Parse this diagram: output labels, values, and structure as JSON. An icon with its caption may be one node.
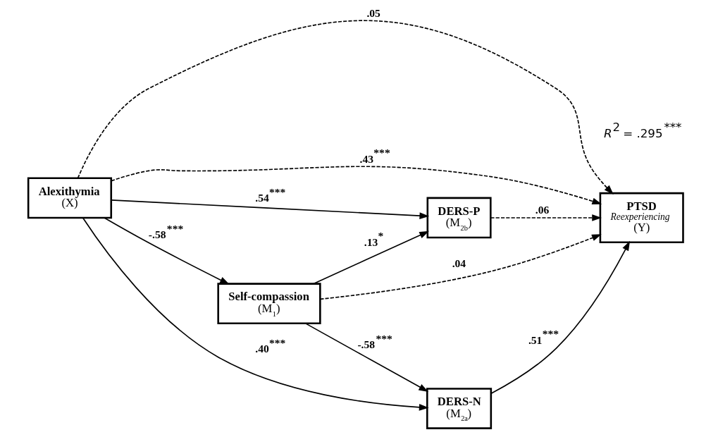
{
  "diagram": {
    "nodes": [
      {
        "text": [
          "Alexithymia",
          "(X)"
        ]
      },
      {
        "text": [
          "Self-compassion",
          "(M$_{1}$)"
        ]
      },
      {
        "text": [
          "DERS-N",
          "(M$_{2a}$)"
        ]
      },
      {
        "text": [
          "DERS-P",
          "(M$_{2b}$)"
        ]
      },
      {
        "text": [
          "PTSD",
          "Reexperiencing",
          "(Y)"
        ]
      }
    ],
    "edges": [
      {
        "from": 0,
        "to": 2,
        "arrow": "to",
        "label": ".40$^{***}$"
      },
      {
        "from": 0,
        "to": 1,
        "arrow": "to",
        "label": "-.58$^{***}$"
      },
      {
        "from": 1,
        "to": 2,
        "arrow": "to",
        "label": "-.58$^{***}$"
      },
      {
        "from": 1,
        "to": 4,
        "arrow": "to",
        "label": ".04",
        "style": "dashed"
      },
      {
        "from": 1,
        "to": 3,
        "arrow": "to",
        "label": ".13$^{*}$"
      },
      {
        "from": 0,
        "to": 3,
        "arrow": "to",
        "label": ".54$^{***}$"
      },
      {
        "from": 2,
        "to": 4,
        "arrow": "to",
        "label": ".51$^{***}$"
      },
      {
        "from": 3,
        "to": 4,
        "arrow": "to",
        "label": ".06",
        "style": "dashed"
      },
      {
        "from": 0,
        "to": 4,
        "arrow": "to",
        "label": ".05",
        "style": "dashed"
      },
      {
        "from": 0,
        "to": 4,
        "arrow": "to",
        "label": ".43$^{***}$",
        "style": "dashed"
      }
    ],
    "labels": [
      "*R*$^{2}$ = .295$^{***}$"
    ]
  }
}
